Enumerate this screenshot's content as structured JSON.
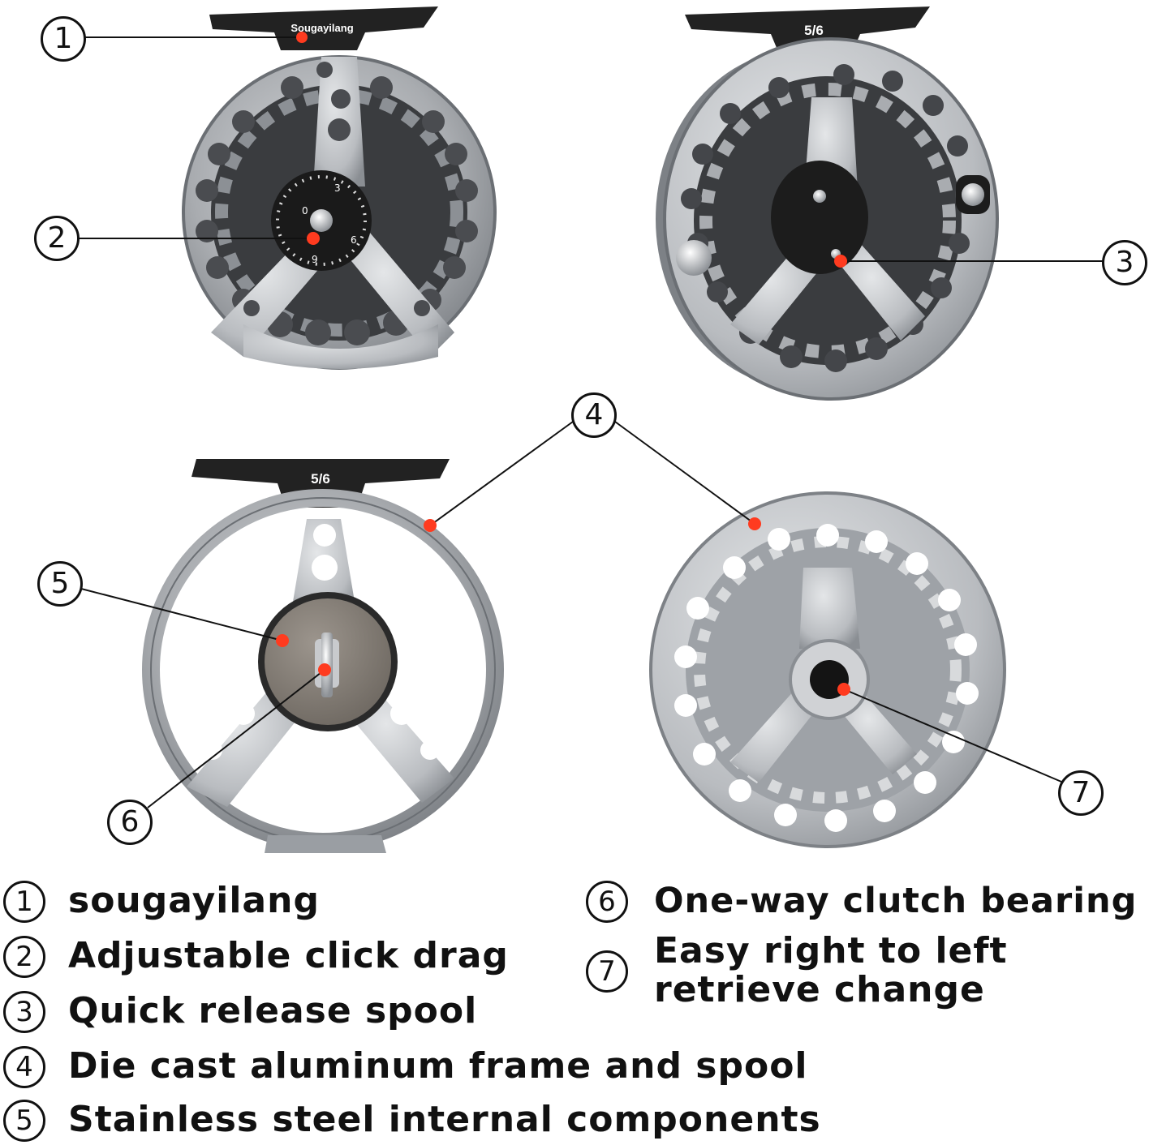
{
  "reel_labels": {
    "brand_plate": "Sougayilang",
    "size_plate_top_right": "5/6",
    "size_plate_bottom_left": "5/6",
    "dial_numbers": [
      "0",
      "3",
      "6",
      "9"
    ]
  },
  "callouts": [
    {
      "number": "1"
    },
    {
      "number": "2"
    },
    {
      "number": "3"
    },
    {
      "number": "4"
    },
    {
      "number": "5"
    },
    {
      "number": "6"
    },
    {
      "number": "7"
    }
  ],
  "legend": [
    {
      "number": "1",
      "text": "sougayilang"
    },
    {
      "number": "2",
      "text": "Adjustable click drag"
    },
    {
      "number": "3",
      "text": "Quick release spool"
    },
    {
      "number": "4",
      "text": "Die cast aluminum frame and spool"
    },
    {
      "number": "5",
      "text": "Stainless steel internal components"
    },
    {
      "number": "6",
      "text": "One-way clutch bearing"
    },
    {
      "number": "7",
      "text_line1": "Easy right to left",
      "text_line2": "retrieve change"
    }
  ],
  "colors": {
    "dot": "#ff3b1f",
    "metal": "#a9acb0",
    "metal_dark": "#7d8186",
    "plate": "#222222"
  }
}
